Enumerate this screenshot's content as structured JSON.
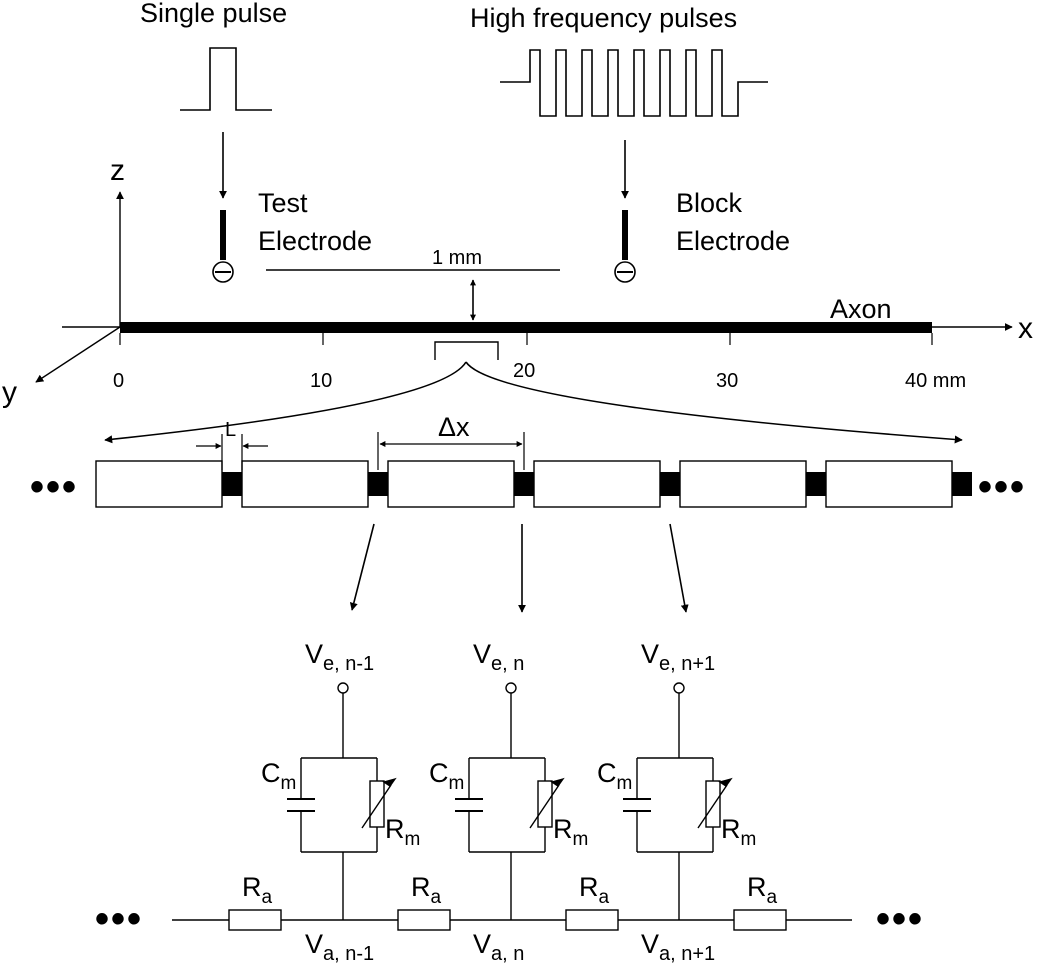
{
  "title_single_pulse": "Single pulse",
  "title_hf_pulses": "High frequency pulses",
  "test_electrode": {
    "line1": "Test",
    "line2": "Electrode"
  },
  "block_electrode": {
    "line1": "Block",
    "line2": "Electrode"
  },
  "distance_label": "1 mm",
  "axon_label": "Axon",
  "axes": {
    "x": "x",
    "y": "y",
    "z": "z"
  },
  "ticks": [
    "0",
    "10",
    "20",
    "30",
    "40 mm"
  ],
  "segment_labels": {
    "node_length": "L",
    "internode": "Δx"
  },
  "ellipsis": "•••",
  "nodes": [
    {
      "ve_main": "V",
      "ve_sub": "e, n-1",
      "va_main": "V",
      "va_sub": "a, n-1"
    },
    {
      "ve_main": "V",
      "ve_sub": "e, n",
      "va_main": "V",
      "va_sub": "a, n"
    },
    {
      "ve_main": "V",
      "ve_sub": "e, n+1",
      "va_main": "V",
      "va_sub": "a, n+1"
    }
  ],
  "components": {
    "cm_main": "C",
    "cm_sub": "m",
    "rm_main": "R",
    "rm_sub": "m",
    "ra_main": "R",
    "ra_sub": "a"
  }
}
